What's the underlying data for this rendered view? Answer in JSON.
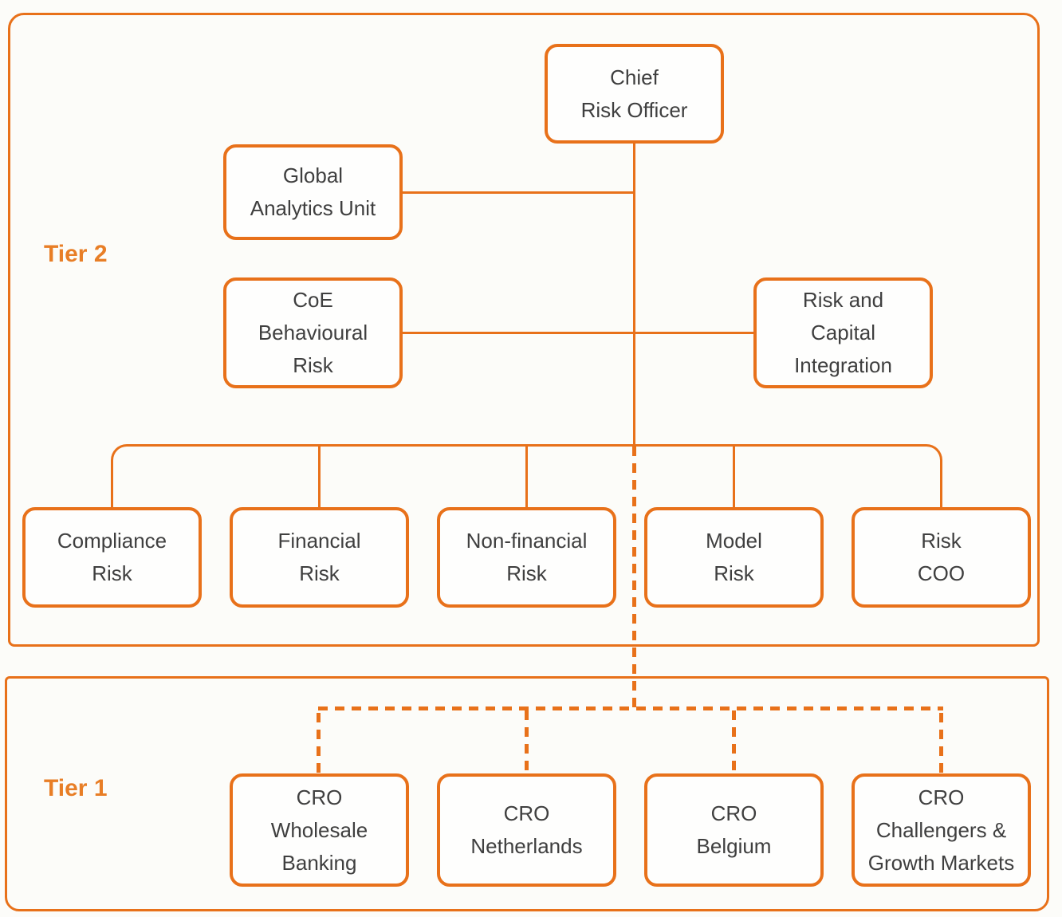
{
  "colors": {
    "accent_orange": "#E8711A",
    "tier_label_orange": "#E87E26",
    "node_text": "#3F3F3F"
  },
  "tier2": {
    "label": "Tier 2",
    "chief": {
      "label": "Chief\nRisk Officer"
    },
    "side_units": [
      {
        "label": "Global\nAnalytics Unit"
      },
      {
        "label": "CoE\nBehavioural\nRisk"
      },
      {
        "label": "Risk and\nCapital\nIntegration"
      }
    ],
    "reports": [
      {
        "label": "Compliance\nRisk"
      },
      {
        "label": "Financial\nRisk"
      },
      {
        "label": "Non-financial\nRisk"
      },
      {
        "label": "Model\nRisk"
      },
      {
        "label": "Risk\nCOO"
      }
    ]
  },
  "tier1": {
    "label": "Tier 1",
    "reports": [
      {
        "label": "CRO\nWholesale\nBanking"
      },
      {
        "label": "CRO\nNetherlands"
      },
      {
        "label": "CRO\nBelgium"
      },
      {
        "label": "CRO\nChallengers &\nGrowth Markets"
      }
    ]
  }
}
